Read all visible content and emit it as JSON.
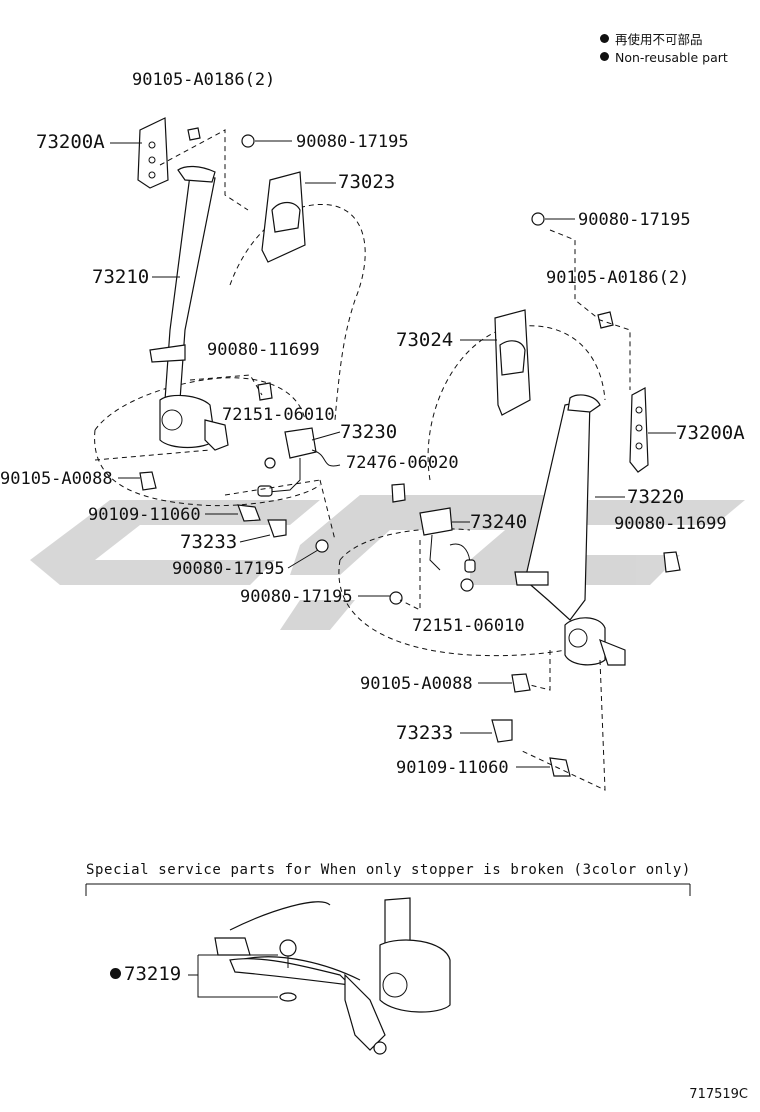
{
  "legend": {
    "japanese": "再使用不可部品",
    "english": "Non-reusable part"
  },
  "labels": {
    "p_73200A_left": "73200A",
    "p_90105_A0186_left": "90105-A0186(2)",
    "p_90080_17195_top_left": "90080-17195",
    "p_73023": "73023",
    "p_73210": "73210",
    "p_90080_11699_left": "90080-11699",
    "p_72151_06010_left": "72151-06010",
    "p_73230": "73230",
    "p_72476_06020": "72476-06020",
    "p_90105_A0088_left": "90105-A0088",
    "p_90109_11060_left": "90109-11060",
    "p_73233_left": "73233",
    "p_90080_17195_mid_left": "90080-17195",
    "p_90080_17195_top_right": "90080-17195",
    "p_90105_A0186_right": "90105-A0186(2)",
    "p_73024": "73024",
    "p_73200A_right": "73200A",
    "p_73220": "73220",
    "p_90080_11699_right": "90080-11699",
    "p_73240": "73240",
    "p_90080_17195_mid_right": "90080-17195",
    "p_72151_06010_right": "72151-06010",
    "p_90105_A0088_right": "90105-A0088",
    "p_73233_right": "73233",
    "p_90109_11060_right": "90109-11060",
    "p_73219": "73219"
  },
  "special_note": "Special service parts for When only stopper is broken (3color only)",
  "figure_number": "717519C"
}
